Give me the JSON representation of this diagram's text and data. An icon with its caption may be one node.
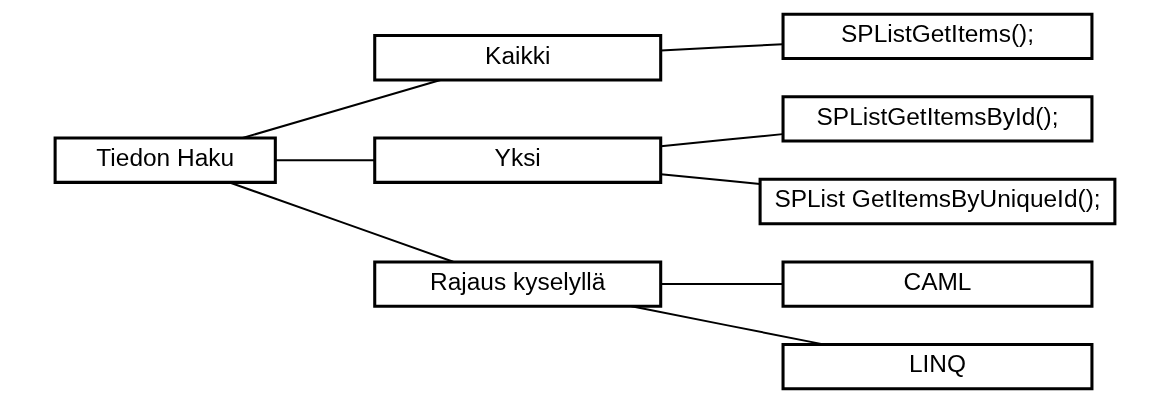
{
  "diagram": {
    "nodes": [
      {
        "text": [
          "Tiedon Haku"
        ]
      },
      {
        "text": [
          "Kaikki"
        ]
      },
      {
        "text": [
          "Yksi"
        ]
      },
      {
        "text": [
          "Rajaus kyselyllä"
        ]
      },
      {
        "text": [
          "SPListGetItems();"
        ]
      },
      {
        "text": [
          "SPListGetItemsById();"
        ]
      },
      {
        "text": [
          "SPList GetItemsByUniqueId();"
        ]
      },
      {
        "text": [
          "CAML"
        ]
      },
      {
        "text": [
          "LINQ"
        ]
      }
    ],
    "edges": [
      {
        "from": 0,
        "to": 1,
        "arrow": "none"
      },
      {
        "from": 0,
        "to": 2,
        "arrow": "none"
      },
      {
        "from": 0,
        "to": 3,
        "arrow": "none"
      },
      {
        "from": 1,
        "to": 4,
        "arrow": "none"
      },
      {
        "from": 2,
        "to": 5,
        "arrow": "none"
      },
      {
        "from": 2,
        "to": 6,
        "arrow": "none"
      },
      {
        "from": 3,
        "to": 7,
        "arrow": "none"
      },
      {
        "from": 3,
        "to": 8,
        "arrow": "none"
      }
    ]
  }
}
